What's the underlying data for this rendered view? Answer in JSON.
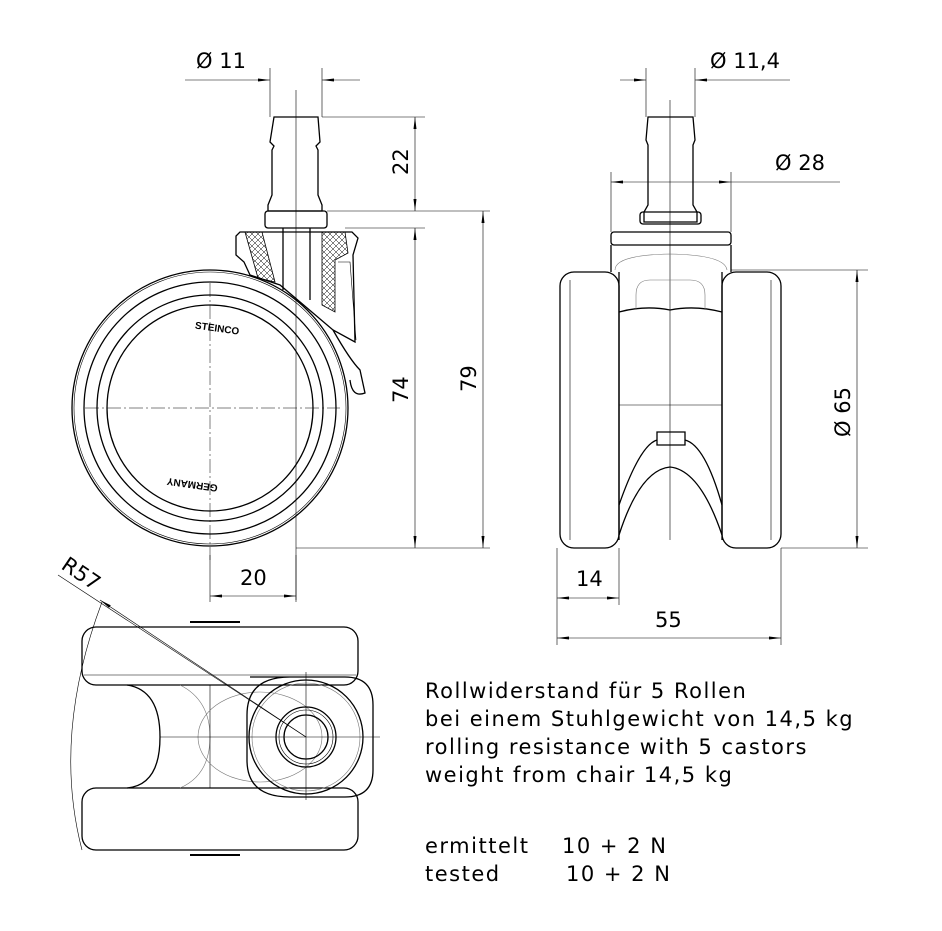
{
  "dimensions": {
    "stem_diameter_side": "Ø 11",
    "stem_diameter_front": "Ø 11,4",
    "plate_diameter": "Ø 28",
    "stem_height": "22",
    "height_to_plate": "74",
    "total_height": "79",
    "wheel_diameter": "Ø 65",
    "offset": "20",
    "wheel_width": "14",
    "overall_width": "55",
    "radius": "R57"
  },
  "logo": {
    "brand": "STEINCO",
    "origin": "GERMANY"
  },
  "notes": {
    "line1": "Rollwiderstand für 5 Rollen",
    "line2": "bei einem Stuhlgewicht von 14,5 kg",
    "line3": "rolling resistance with 5 castors",
    "line4": "weight from chair 14,5 kg",
    "ermittelt_label": "ermittelt",
    "ermittelt_value": "10 + 2 N",
    "tested_label": "tested",
    "tested_value": "10 + 2 N"
  }
}
